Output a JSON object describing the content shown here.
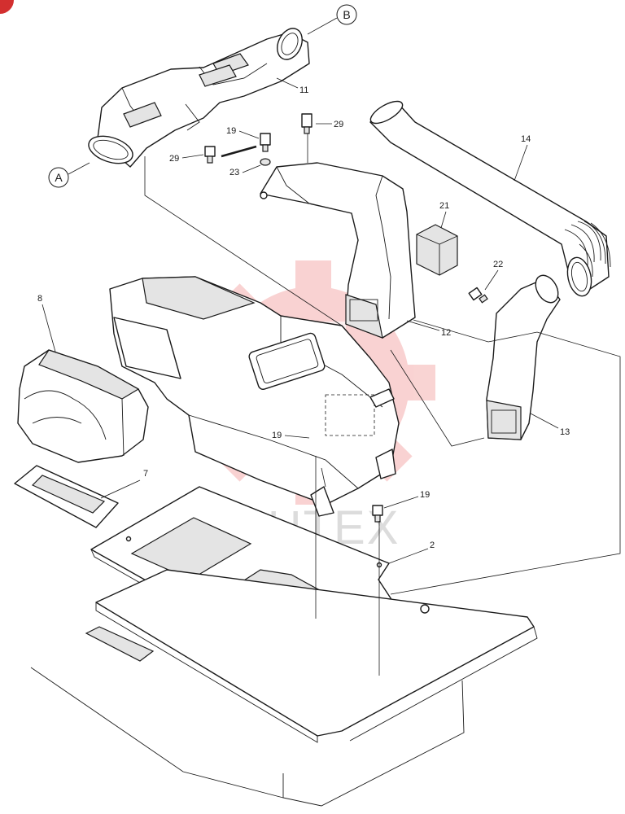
{
  "diagram": {
    "reference_markers": [
      {
        "id": "A",
        "label": "A"
      },
      {
        "id": "B",
        "label": "B"
      }
    ],
    "callouts": {
      "c11": "11",
      "c29a": "29",
      "c19a": "19",
      "c29b": "29",
      "c23": "23",
      "c14": "14",
      "c21": "21",
      "c22": "22",
      "c8": "8",
      "c12": "12",
      "c13": "13",
      "c19b": "19",
      "c7": "7",
      "c19c": "19",
      "c2": "2"
    },
    "watermark_text": "ИНТЕХ",
    "colors": {
      "line": "#1a1a1a",
      "watermark": "#e53935",
      "corner_badge": "#d32f2f"
    }
  }
}
